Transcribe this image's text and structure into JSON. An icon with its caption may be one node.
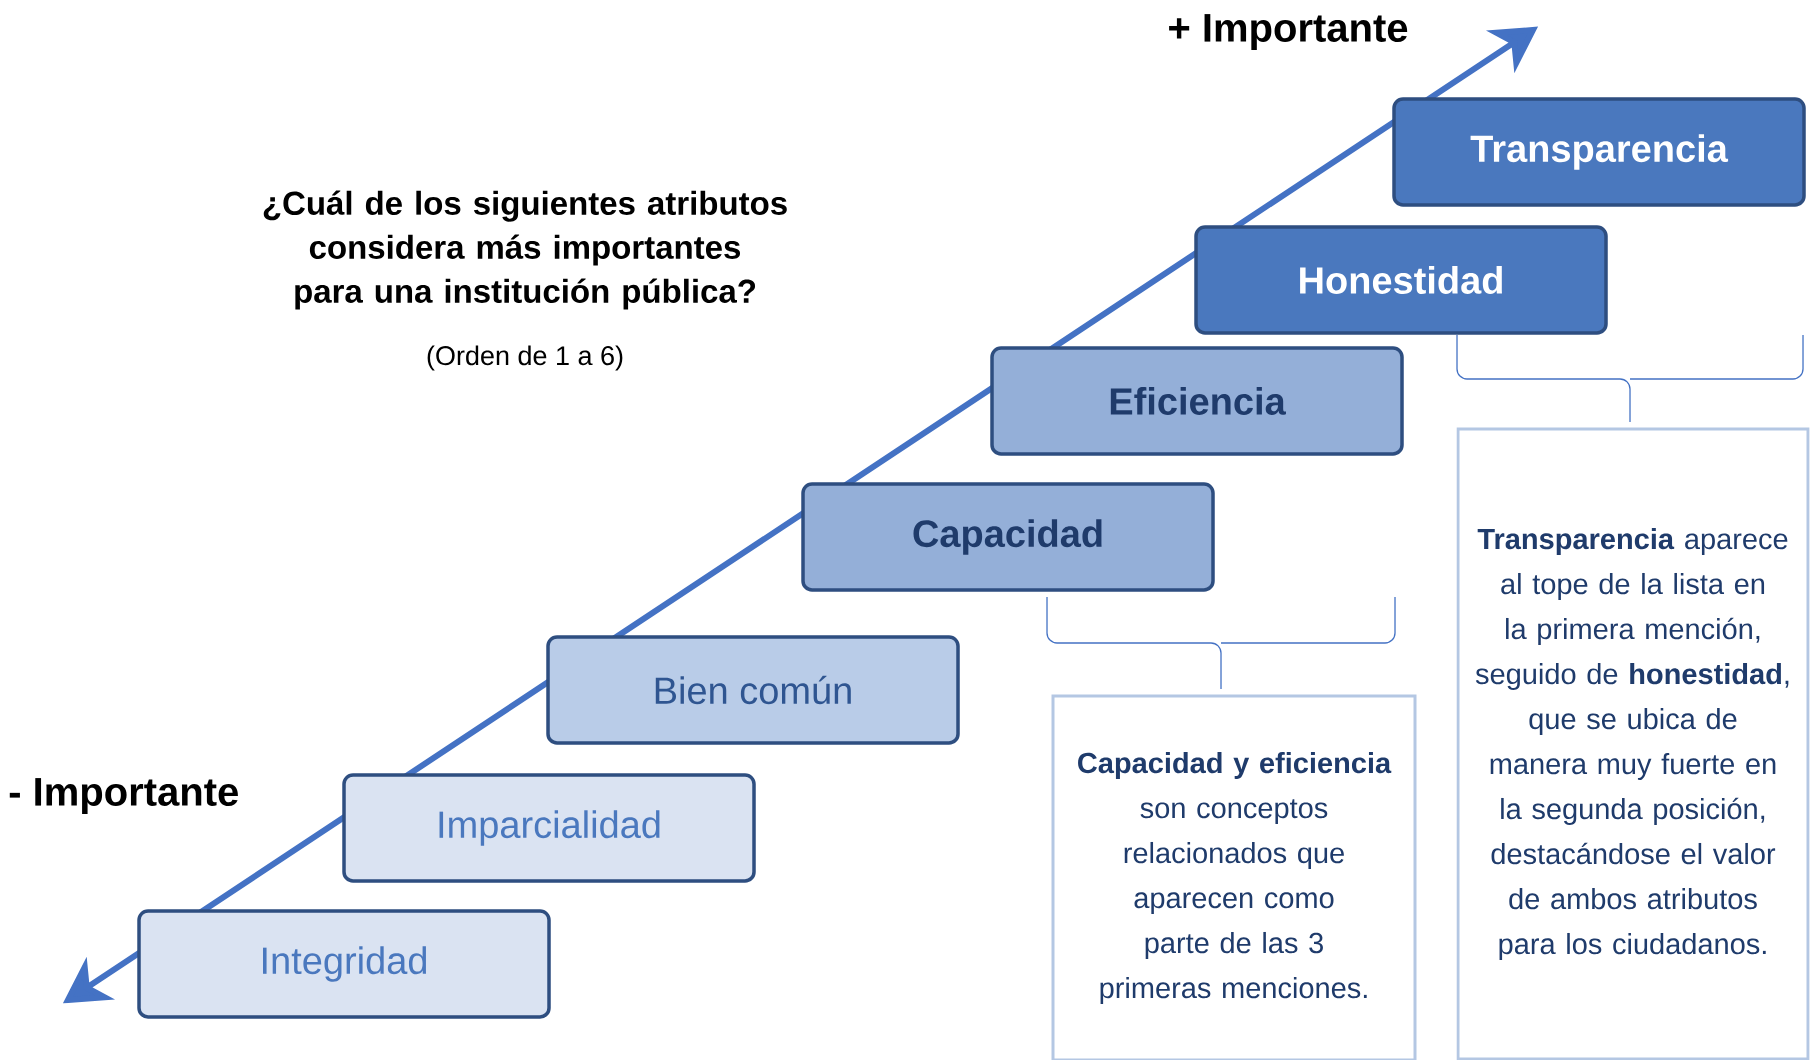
{
  "diagram": {
    "title": "¿Cuál de los siguientes atributos considera más importantes para una institución pública?",
    "nodes": [
      {
        "text": [
          "Transparencia"
        ]
      },
      {
        "text": [
          "Honestidad"
        ]
      },
      {
        "text": [
          "Eficiencia"
        ]
      },
      {
        "text": [
          "Capacidad"
        ]
      },
      {
        "text": [
          "Bien común"
        ]
      },
      {
        "text": [
          "Imparcialidad"
        ]
      },
      {
        "text": [
          "Integridad"
        ]
      },
      {
        "text": [
          "**Capacidad y eficiencia** son conceptos relacionados que aparecen como parte de las 3 primeras menciones."
        ]
      },
      {
        "text": [
          "**Transparencia** aparece al tope de la lista en la primera mención, seguido de **honestidad**, que se ubica de manera muy fuerte en la segunda posición, destacándose el valor de ambos atributos para los ciudadanos."
        ]
      }
    ],
    "labels": [
      "+ Importante",
      "(Orden de 1 a 6)",
      "- Importante"
    ]
  }
}
